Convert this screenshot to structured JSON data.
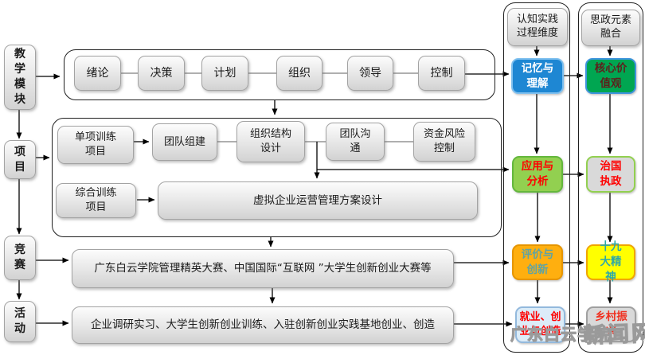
{
  "left_rail": {
    "items": [
      "教学模块",
      "项目",
      "竞赛",
      "活动"
    ]
  },
  "teaching_modules": {
    "items": [
      "绪论",
      "决策",
      "计划",
      "组织",
      "领导",
      "控制"
    ]
  },
  "projects": {
    "single_track": [
      "单项训练项目",
      "团队组建",
      "组织结构设计",
      "团队沟通",
      "资金风险控制"
    ],
    "comprehensive": "综合训练项目",
    "comprehensive_main": "虚拟企业运营管理方案设计"
  },
  "competition": {
    "label": "广东白云学院管理精英大赛、中国国际“互联网 ”大学生创新创业大赛等"
  },
  "activity": {
    "label": "企业调研实习、大学生创新创业训练、入驻创新创业实践基地创业、创造"
  },
  "cognitive_lane": {
    "header": "认知实践过程维度",
    "items": [
      {
        "label": "记忆与理解",
        "fill": "#1e87d3",
        "border": "#7fc0ef",
        "text_color": "#ffffff"
      },
      {
        "label": "应用与分析",
        "fill": "#92d050",
        "border": "#64b73d",
        "text_color": "#ff0000"
      },
      {
        "label": "评价与创新",
        "fill": "#ffaf0f",
        "border": "#e69500",
        "text_color": "#5fa3a3"
      },
      {
        "label": "就业、创业与创造",
        "fill": "#dcecf8",
        "border": "#93b9dd",
        "text_color": "#ff0000"
      }
    ]
  },
  "ideology_lane": {
    "header": "思政元素融合",
    "items": [
      {
        "label": "核心价值观",
        "fill": "#00a651",
        "border": "#3e94dd",
        "text_color": "#5d201c"
      },
      {
        "label": "治国执政",
        "fill": "#d9d9d9",
        "border": "#92d050",
        "text_color": "#ff0000"
      },
      {
        "label": "十九大精神",
        "fill": "#ffff00",
        "border": "#f0a500",
        "text_color": "#2da8a8"
      },
      {
        "label": "乡村振兴",
        "fill": "#d9d9d9",
        "border": "#a0a0a0",
        "text_color": "#f03020"
      }
    ]
  },
  "watermark": {
    "line1": "广东白云学院",
    "line2": "新闻网"
  }
}
